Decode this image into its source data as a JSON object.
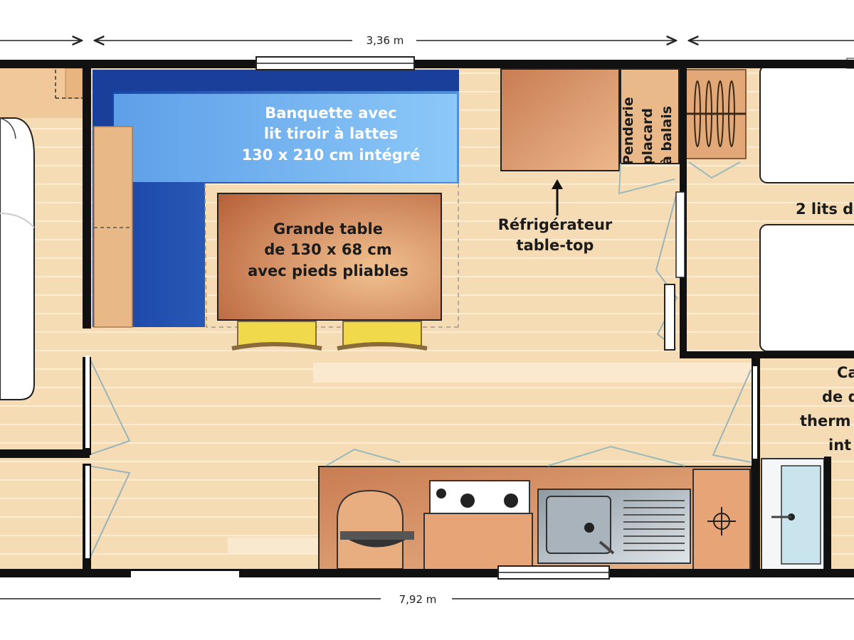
{
  "dimensions": {
    "width_label": "3,36 m",
    "length_label": "7,92 m"
  },
  "labels": {
    "bench": "Banquette avec\nlit tiroir à lattes\n130 x 210 cm intégré",
    "table": "Grande table\nde 130 x 68 cm\navec pieds pliables",
    "fridge": "Réfrigérateur\ntable-top",
    "wardrobe_line1": "Penderie",
    "wardrobe_line2": "placard",
    "wardrobe_line3": "à balais",
    "beds": "2 lits d",
    "bath_line1": "Ca",
    "bath_line2": "de d",
    "bath_line3": "therm",
    "bath_line4": "int"
  },
  "colors": {
    "floor": "#f6dcb4",
    "floor_line": "#fdf0dc",
    "wall": "#111111",
    "bench_dark": "#1f4fb0",
    "bench_light": "#6fb0f0",
    "wood": "#d9946a",
    "table": "#c9774c",
    "sink": "#b9c4cc",
    "chair_seat": "#f0d94a"
  }
}
